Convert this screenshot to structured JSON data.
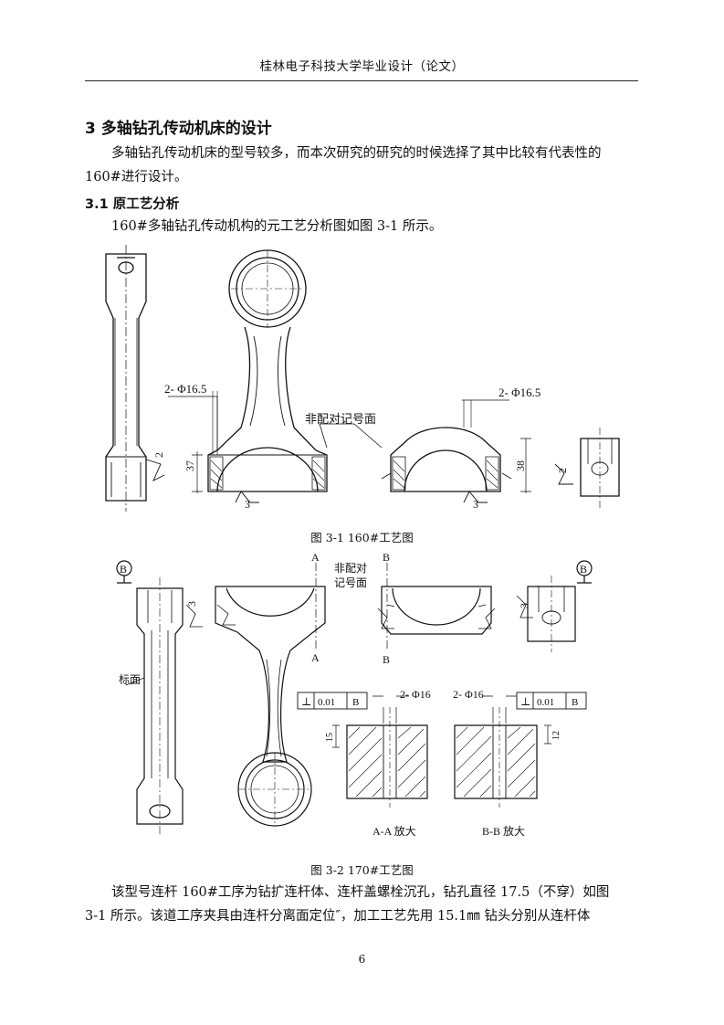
{
  "header": {
    "title": "桂林电子科技大学毕业设计（论文）"
  },
  "section": {
    "heading": "3 多轴钻孔传动机床的设计",
    "intro": "多轴钻孔传动机床的型号较多，而本次研究的研究的时候选择了其中比较有代表性的 160#进行设计。",
    "subheading": "3.1 原工艺分析",
    "sub_intro": "160#多轴钻孔传动机构的元工艺分析图如图 3-1 所示。"
  },
  "figure1": {
    "caption": "图 3-1 160#工艺图",
    "label_left_dia": "2- Φ16.5",
    "label_right_dia": "2- Φ16.5",
    "label_face": "非配对记号面",
    "dim_37": "37",
    "dim_38": "38",
    "rough_2a": "2",
    "rough_3a": "3",
    "rough_3b": "3",
    "rough_2b": "2"
  },
  "figure2": {
    "caption": "图 3-2 170#工艺图",
    "datum_left": "B",
    "datum_right": "B",
    "sec_a_top": "A",
    "sec_a_bottom": "A",
    "sec_b_top": "B",
    "sec_b_bottom": "B",
    "face_line1": "非配对",
    "face_line2": "记号面",
    "mark_face": "标面",
    "rough_3a": "3",
    "rough_3b": "3",
    "dia_a": "2- Φ16",
    "dia_b": "2- Φ16",
    "tol_symbol": "⊥",
    "tol_value_a": "0.01",
    "tol_datum_a": "B",
    "tol_value_b": "0.01",
    "tol_datum_b": "B",
    "depth_a": "15",
    "depth_b": "12",
    "view_a": "A-A 放大",
    "view_b": "B-B 放大"
  },
  "body_text": {
    "line1": "该型号连杆 160#工序为钻扩连杆体、连杆盖螺栓沉孔，钻孔直径 17.5（不穿）如图",
    "line2": "3-1 所示。该道工序夹具由连杆分离面定位″，加工工艺先用 15.1㎜ 钻头分别从连杆体"
  },
  "page": {
    "number": "6"
  }
}
